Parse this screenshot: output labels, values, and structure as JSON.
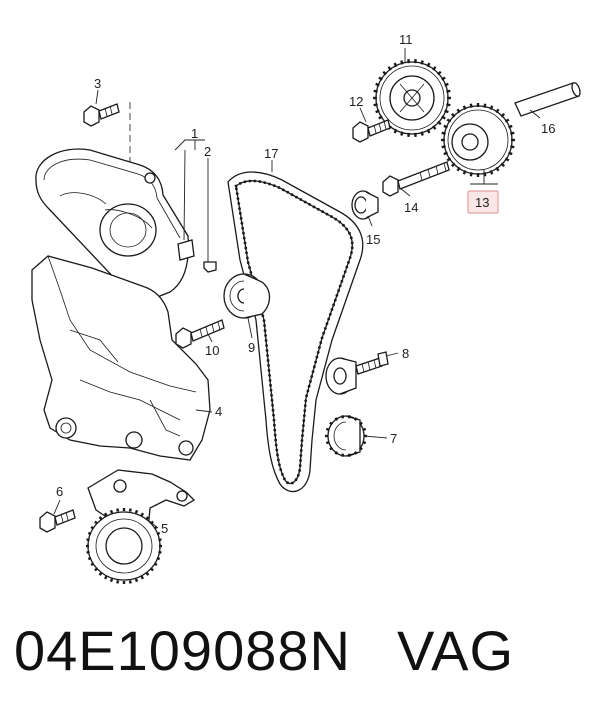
{
  "diagram": {
    "callouts": [
      {
        "id": "1",
        "label": "1"
      },
      {
        "id": "2",
        "label": "2"
      },
      {
        "id": "3",
        "label": "3"
      },
      {
        "id": "4",
        "label": "4"
      },
      {
        "id": "5",
        "label": "5"
      },
      {
        "id": "6",
        "label": "6"
      },
      {
        "id": "7",
        "label": "7"
      },
      {
        "id": "8",
        "label": "8"
      },
      {
        "id": "9",
        "label": "9"
      },
      {
        "id": "10",
        "label": "10"
      },
      {
        "id": "11",
        "label": "11"
      },
      {
        "id": "12",
        "label": "12"
      },
      {
        "id": "13",
        "label": "13"
      },
      {
        "id": "14",
        "label": "14"
      },
      {
        "id": "15",
        "label": "15"
      },
      {
        "id": "16",
        "label": "16"
      },
      {
        "id": "17",
        "label": "17"
      }
    ],
    "highlight_color": "#e8a0a0",
    "highlight_fill": "#fbe6e6"
  },
  "caption": {
    "part_number": "04E109088N",
    "brand": "VAG"
  }
}
